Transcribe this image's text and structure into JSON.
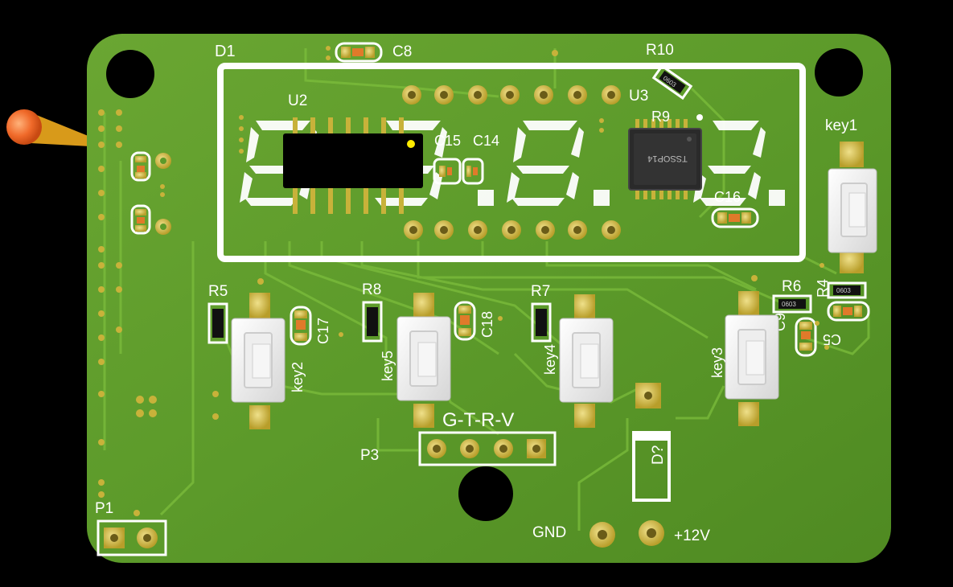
{
  "board": {
    "silkscreen_color": "#ffffff",
    "board_color": "#5c9a2a",
    "pad_color": "#c8b23a"
  },
  "labels": {
    "d1": "D1",
    "c8": "C8",
    "r10": "R10",
    "u2": "U2",
    "u3": "U3",
    "r9": "R9",
    "c15": "C15",
    "c14": "C14",
    "c16": "C16",
    "key1": "key1",
    "r5": "R5",
    "r8": "R8",
    "r7": "R7",
    "r6": "R6",
    "r4": "R4",
    "c17": "C17",
    "c18": "C18",
    "c9": "C9",
    "c5": "C5",
    "key2": "key2",
    "key5": "key5",
    "key4": "key4",
    "key3": "key3",
    "header_pins": "G-T-R-V",
    "p3": "P3",
    "p1": "P1",
    "diode": "D?",
    "gnd": "GND",
    "vin": "+12V"
  },
  "chip": {
    "package": "TSSOP14",
    "resistor_code": "0603"
  }
}
